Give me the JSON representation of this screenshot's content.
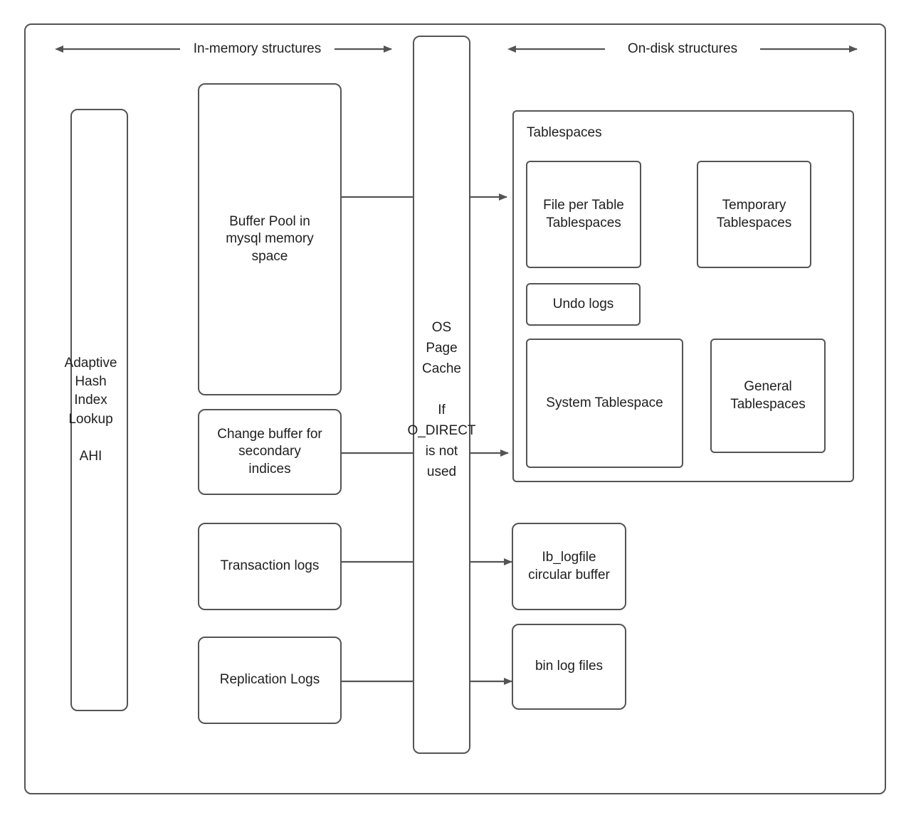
{
  "diagram": {
    "title_bands": {
      "left": "In-memory structures",
      "right": "On-disk structures"
    },
    "colors": {
      "stroke": "#545454",
      "text": "#1f1f1f",
      "background": "#ffffff"
    },
    "in_memory": {
      "ahi_box": "Adaptive\nHash\nIndex\nLookup\n\nAHI",
      "buffer_pool": "Buffer Pool in\nmysql memory\nspace",
      "change_buffer": "Change buffer for\nsecondary\nindices",
      "transaction_logs": "Transaction logs",
      "replication_logs": "Replication Logs"
    },
    "middle": {
      "os_page_cache": "OS\nPage\nCache\n\nIf\nO_DIRECT\nis not\nused"
    },
    "on_disk": {
      "tablespaces_group_label": "Tablespaces",
      "file_per_table": "File per Table\nTablespaces",
      "temporary_tablespaces": "Temporary\nTablespaces",
      "undo_logs": "Undo logs",
      "system_tablespace": "System Tablespace",
      "general_tablespaces": "General\nTablespaces",
      "ib_logfile": "Ib_logfile\ncircular buffer",
      "bin_log_files": "bin log files"
    },
    "connections": [
      {
        "from": "buffer_pool",
        "to": "file_per_table"
      },
      {
        "from": "change_buffer",
        "to": "system_tablespace"
      },
      {
        "from": "transaction_logs",
        "to": "ib_logfile"
      },
      {
        "from": "replication_logs",
        "to": "bin_log_files"
      }
    ]
  }
}
